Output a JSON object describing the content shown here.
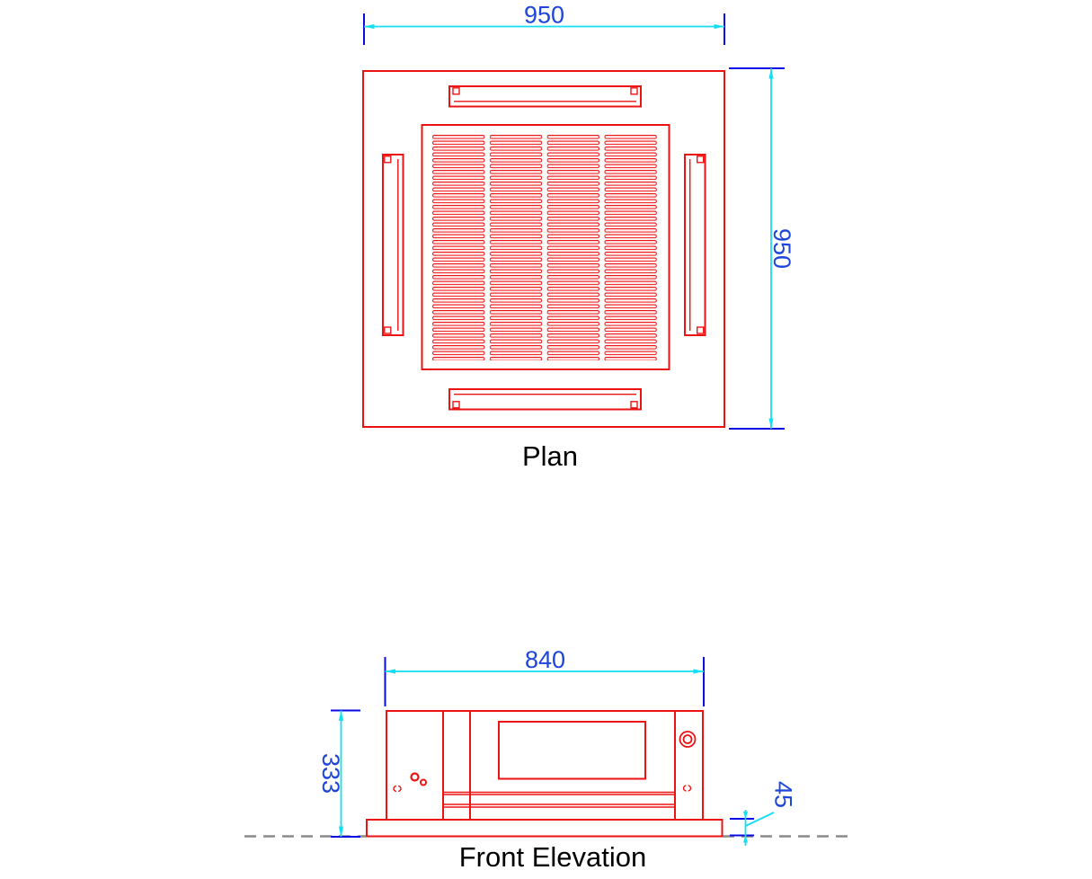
{
  "colors": {
    "background": "#ffffff",
    "object_red": "#ee1313",
    "dim_line_cyan": "#12dff2",
    "ext_line_blue": "#0a0ae6",
    "dim_text_blue": "#1d45d9",
    "ceiling_dash_gray": "#8a8a8a",
    "label_black": "#000000"
  },
  "plan_view": {
    "label": "Plan",
    "dim_width": "950",
    "dim_depth": "950"
  },
  "front_elevation": {
    "label": "Front Elevation",
    "dim_width": "840",
    "dim_height": "333",
    "dim_flange_height": "45"
  }
}
